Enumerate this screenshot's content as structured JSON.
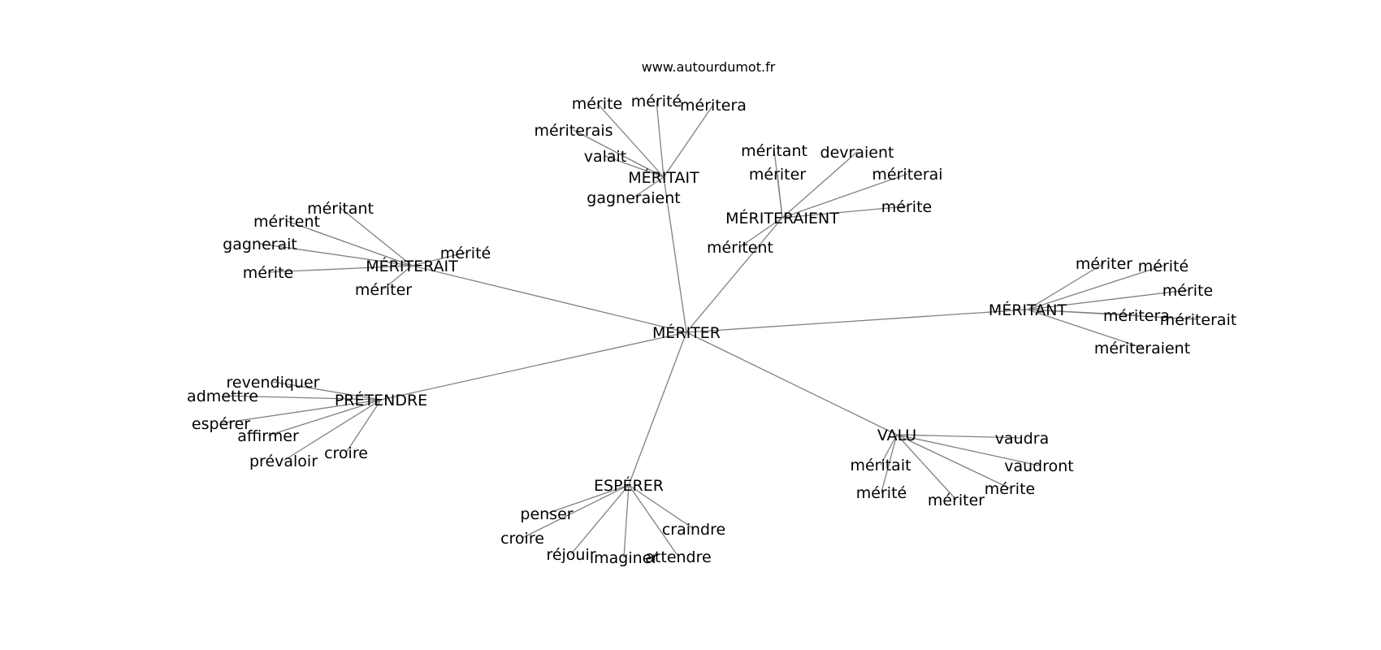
{
  "source": "www.autourdumot.fr",
  "edge_color": "#808080",
  "text_color": "#000000",
  "background": "#ffffff",
  "center": {
    "id": "c",
    "label": "MÉRITER"
  },
  "hubs": [
    {
      "id": "h1",
      "label": "MÉRITAIT",
      "leaves": [
        {
          "id": "h1l1",
          "label": "mérite"
        },
        {
          "id": "h1l2",
          "label": "mérité"
        },
        {
          "id": "h1l3",
          "label": "méritera"
        },
        {
          "id": "h1l4",
          "label": "mériterais"
        },
        {
          "id": "h1l5",
          "label": "valait"
        },
        {
          "id": "h1l6",
          "label": "gagneraient"
        }
      ]
    },
    {
      "id": "h2",
      "label": "MÉRITERAIENT",
      "leaves": [
        {
          "id": "h2l1",
          "label": "méritant"
        },
        {
          "id": "h2l2",
          "label": "mériter"
        },
        {
          "id": "h2l3",
          "label": "devraient"
        },
        {
          "id": "h2l4",
          "label": "mériterai"
        },
        {
          "id": "h2l5",
          "label": "mérite"
        },
        {
          "id": "h2l6",
          "label": "méritent"
        }
      ]
    },
    {
      "id": "h3",
      "label": "MÉRITERAIT",
      "leaves": [
        {
          "id": "h3l1",
          "label": "méritant"
        },
        {
          "id": "h3l2",
          "label": "méritent"
        },
        {
          "id": "h3l3",
          "label": "gagnerait"
        },
        {
          "id": "h3l4",
          "label": "mérite"
        },
        {
          "id": "h3l5",
          "label": "mériter"
        },
        {
          "id": "h3l6",
          "label": "mérité"
        }
      ]
    },
    {
      "id": "h4",
      "label": "MÉRITANT",
      "leaves": [
        {
          "id": "h4l1",
          "label": "mériter"
        },
        {
          "id": "h4l2",
          "label": "mérité"
        },
        {
          "id": "h4l3",
          "label": "mérite"
        },
        {
          "id": "h4l4",
          "label": "méritera"
        },
        {
          "id": "h4l5",
          "label": "mériterait"
        },
        {
          "id": "h4l6",
          "label": "mériteraient"
        }
      ]
    },
    {
      "id": "h5",
      "label": "PRÉTENDRE",
      "leaves": [
        {
          "id": "h5l1",
          "label": "revendiquer"
        },
        {
          "id": "h5l2",
          "label": "admettre"
        },
        {
          "id": "h5l3",
          "label": "espérer"
        },
        {
          "id": "h5l4",
          "label": "affirmer"
        },
        {
          "id": "h5l5",
          "label": "prévaloir"
        },
        {
          "id": "h5l6",
          "label": "croire"
        }
      ]
    },
    {
      "id": "h6",
      "label": "VALU",
      "leaves": [
        {
          "id": "h6l1",
          "label": "vaudra"
        },
        {
          "id": "h6l2",
          "label": "vaudront"
        },
        {
          "id": "h6l3",
          "label": "méritait"
        },
        {
          "id": "h6l4",
          "label": "mérite"
        },
        {
          "id": "h6l5",
          "label": "mérité"
        },
        {
          "id": "h6l6",
          "label": "mériter"
        }
      ]
    },
    {
      "id": "h7",
      "label": "ESPÉRER",
      "leaves": [
        {
          "id": "h7l1",
          "label": "penser"
        },
        {
          "id": "h7l2",
          "label": "croire"
        },
        {
          "id": "h7l3",
          "label": "réjouir"
        },
        {
          "id": "h7l4",
          "label": "imaginer"
        },
        {
          "id": "h7l5",
          "label": "attendre"
        },
        {
          "id": "h7l6",
          "label": "craindre"
        }
      ]
    }
  ]
}
